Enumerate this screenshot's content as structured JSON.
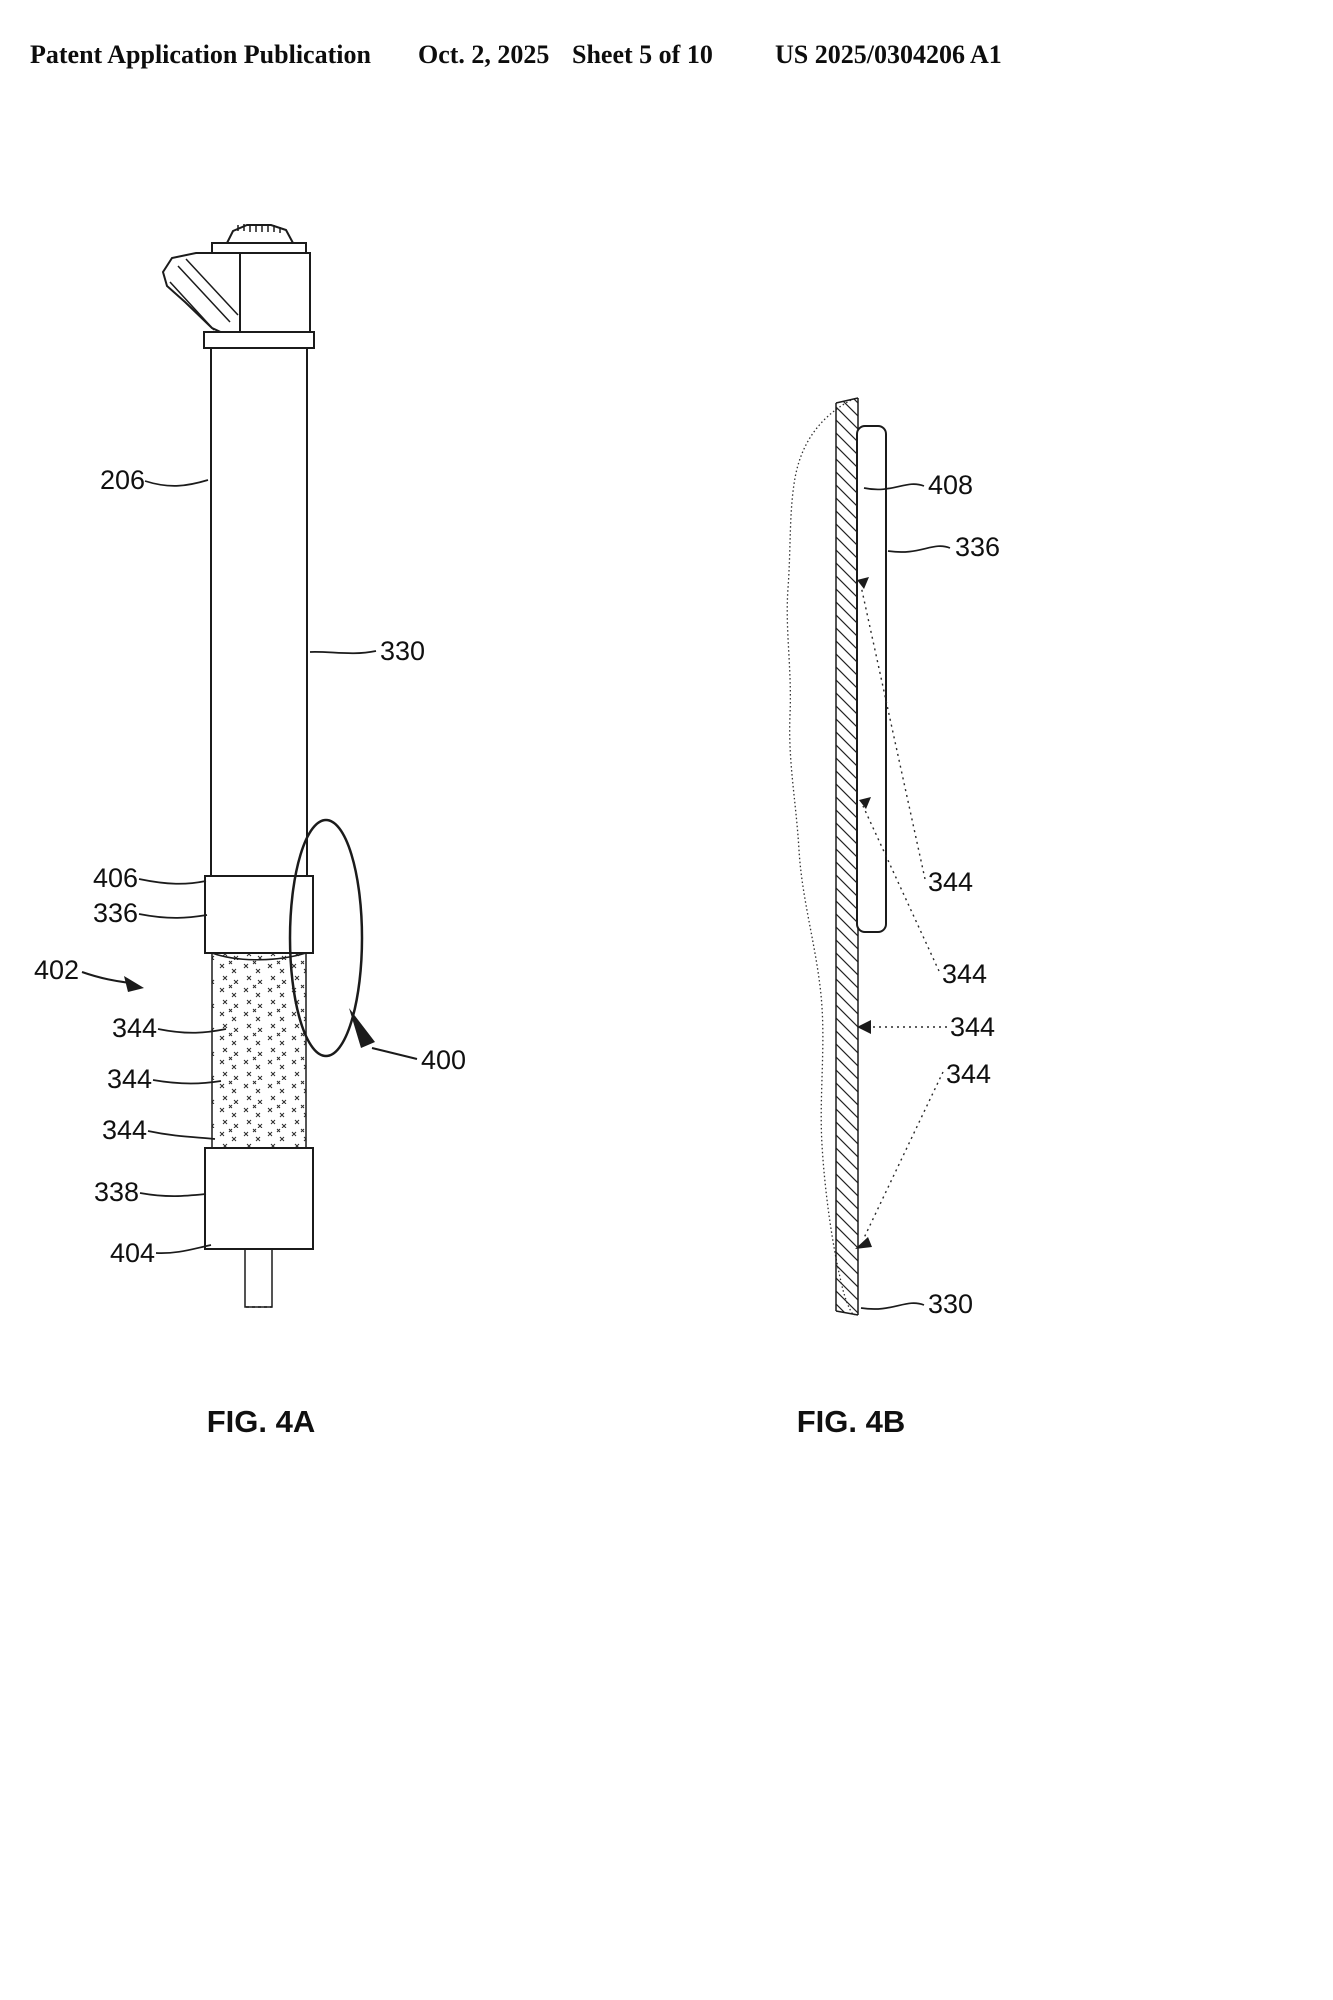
{
  "header": {
    "publication": "Patent Application Publication",
    "date": "Oct. 2, 2025",
    "sheet": "Sheet 5 of 10",
    "number": "US 2025/0304206 A1"
  },
  "fig4a": {
    "caption": "FIG. 4A",
    "labels": {
      "n206": "206",
      "n330": "330",
      "n406": "406",
      "n336": "336",
      "n402": "402",
      "n344_1": "344",
      "n344_2": "344",
      "n344_3": "344",
      "n338": "338",
      "n404": "404",
      "n400": "400"
    }
  },
  "fig4b": {
    "caption": "FIG. 4B",
    "labels": {
      "n408": "408",
      "n336": "336",
      "n344_1": "344",
      "n344_2": "344",
      "n344_3": "344",
      "n344_4": "344",
      "n330": "330"
    }
  }
}
